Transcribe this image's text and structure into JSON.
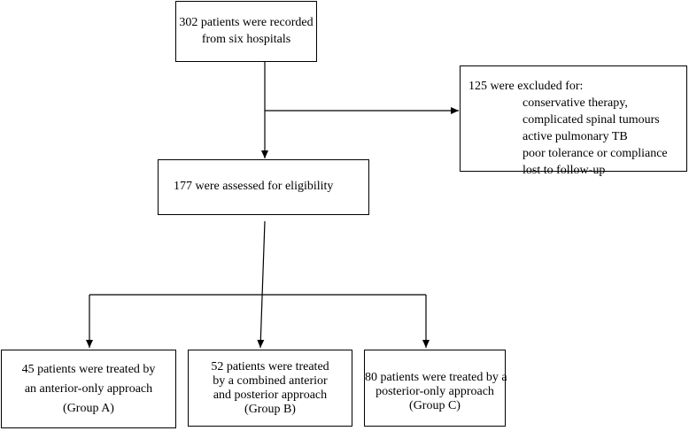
{
  "flowchart": {
    "recorded": {
      "lines": [
        "302 patients were recorded",
        "from six hospitals"
      ]
    },
    "excluded": {
      "title": "125 were excluded for:",
      "items": [
        "conservative therapy,",
        "complicated spinal tumours",
        "active pulmonary TB",
        "poor tolerance or compliance",
        "lost to follow-up"
      ]
    },
    "assessed": {
      "text": "177 were assessed for eligibility"
    },
    "groups": [
      {
        "lines": [
          "45 patients were treated by",
          "an anterior-only approach",
          "(Group A)"
        ]
      },
      {
        "lines": [
          "52 patients were treated",
          "by a combined anterior",
          "and posterior approach",
          "(Group B)"
        ]
      },
      {
        "lines": [
          "80 patients were treated by a",
          "posterior-only approach",
          "(Group C)"
        ]
      }
    ]
  }
}
